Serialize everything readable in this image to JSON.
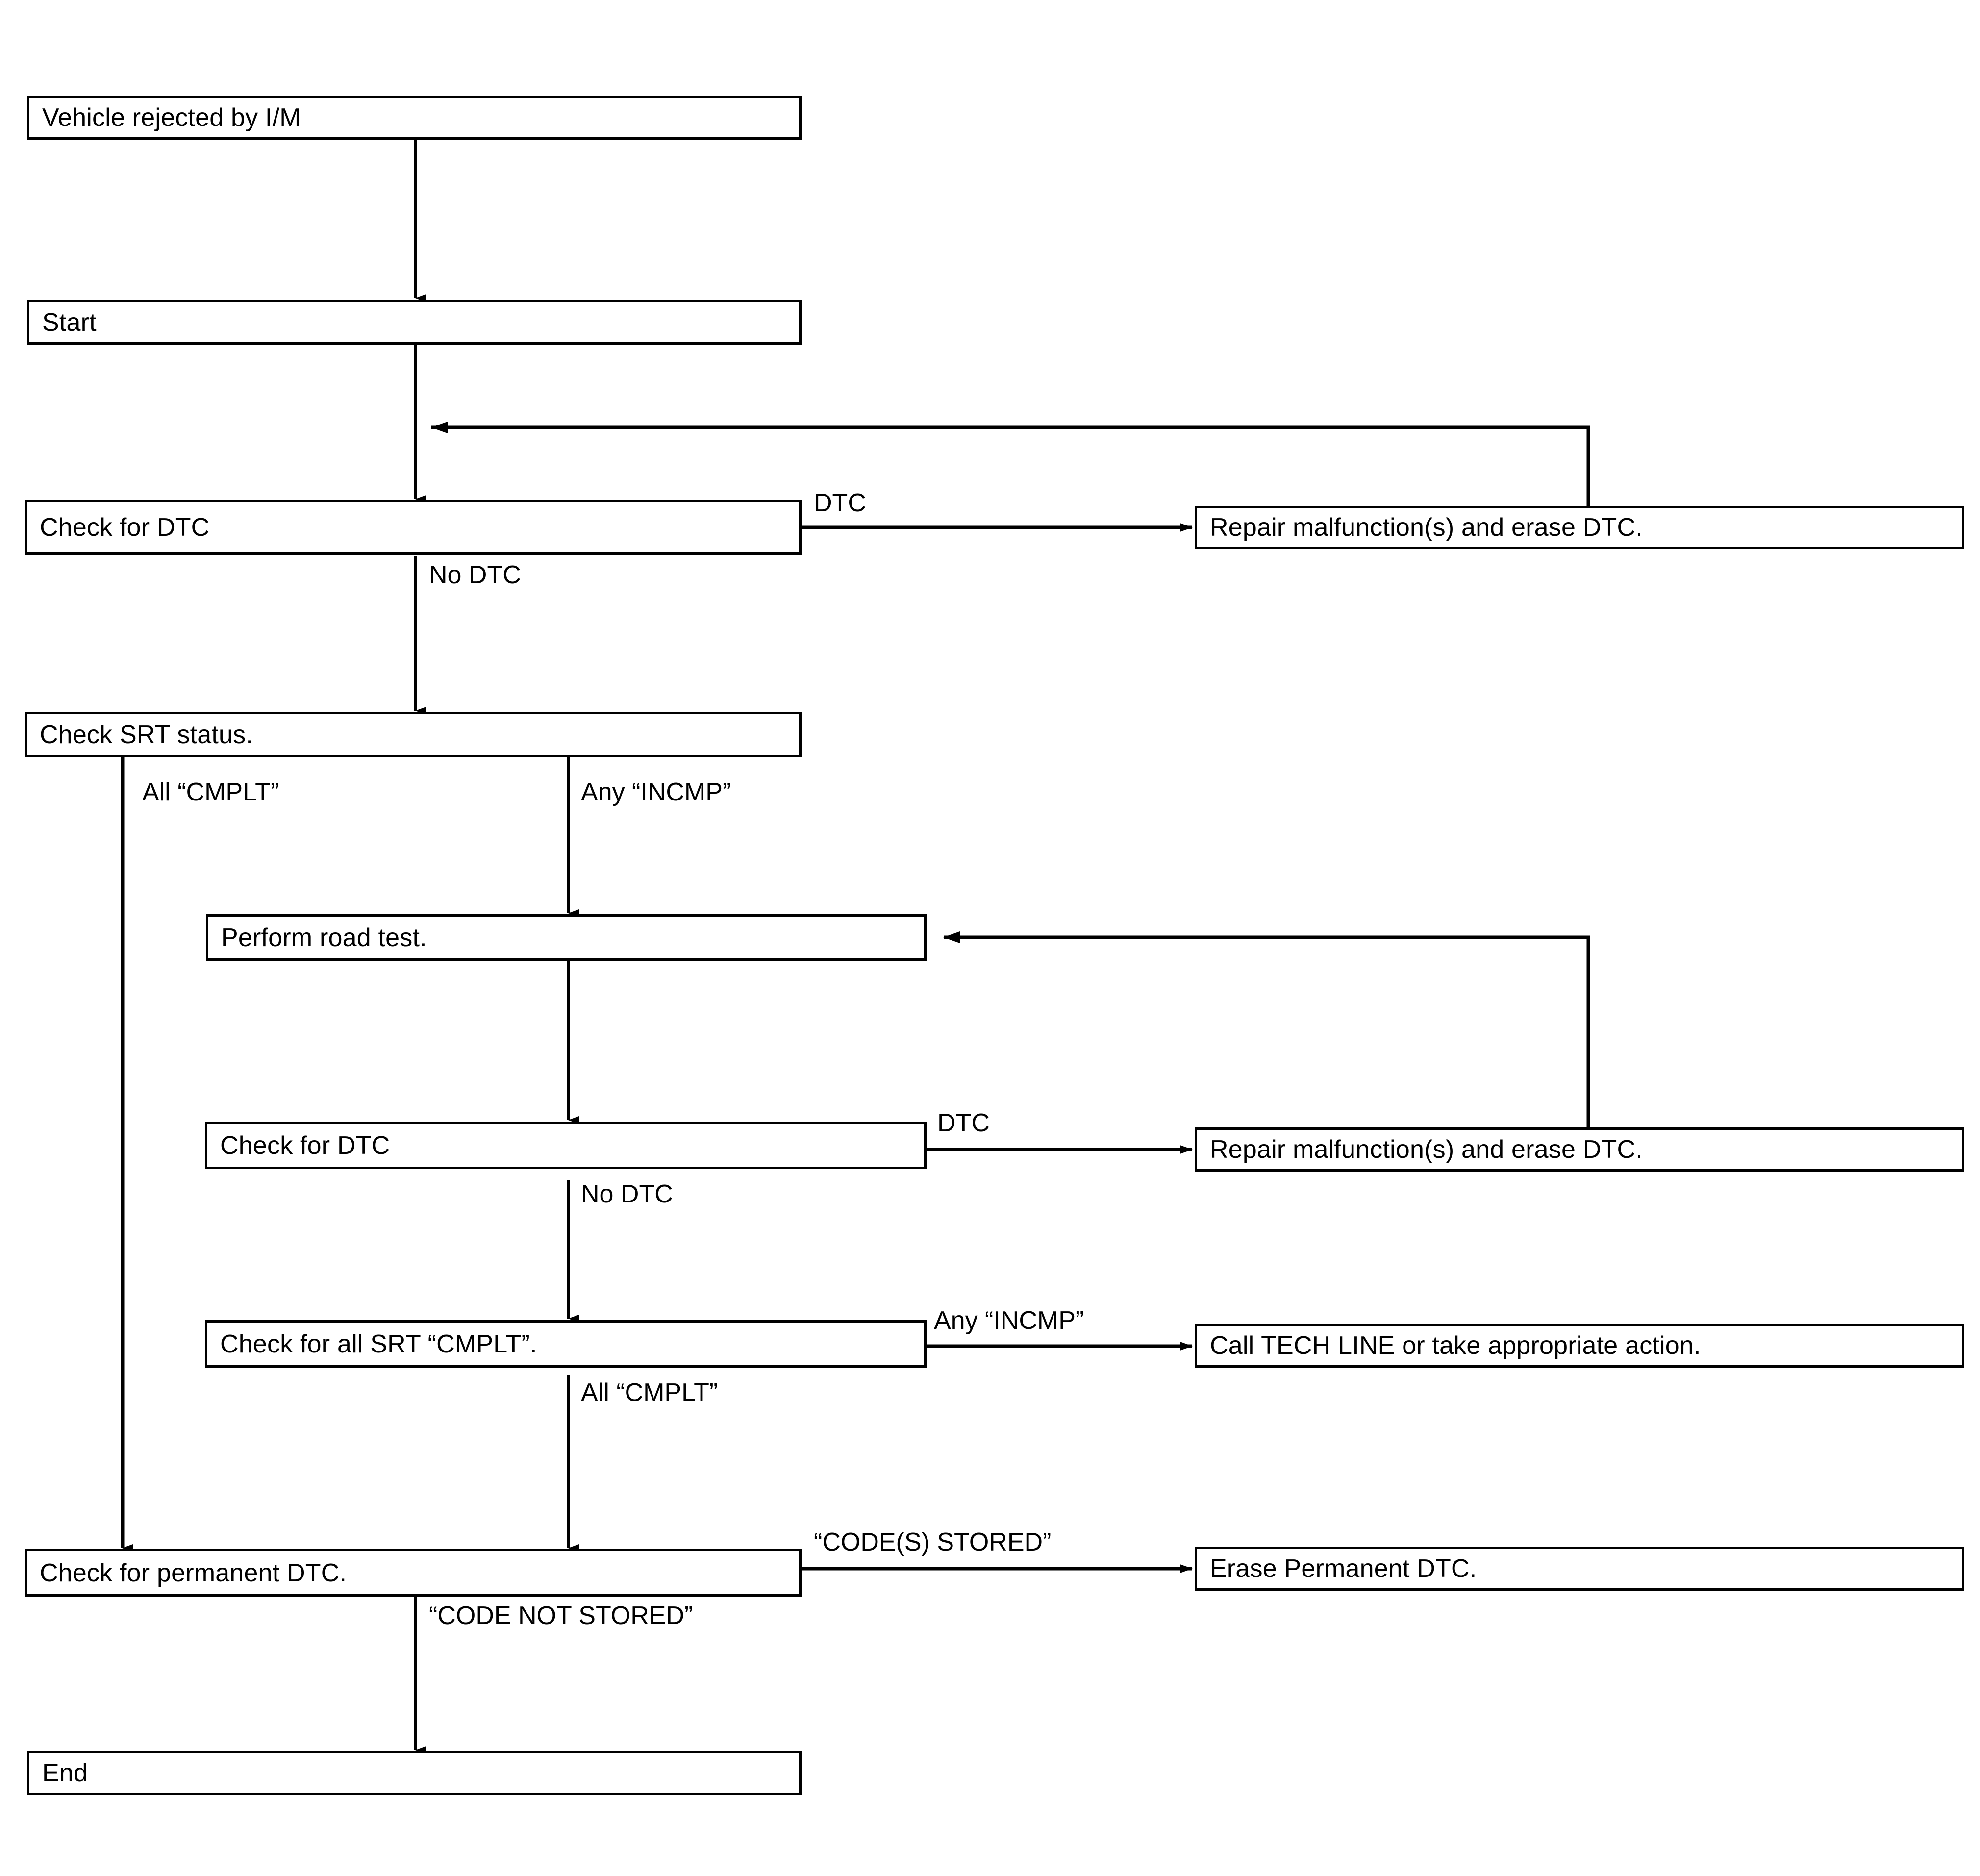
{
  "diagram": {
    "title": "Vehicle I/M rejection diagnostic flowchart",
    "type": "flowchart",
    "stroke_color": "#000000",
    "background_color": "#ffffff",
    "nodes": [
      {
        "id": "vehicle_rejected",
        "label": "Vehicle rejected by I/M"
      },
      {
        "id": "start",
        "label": "Start"
      },
      {
        "id": "check_dtc_1",
        "label": "Check for DTC"
      },
      {
        "id": "repair_1",
        "label": "Repair malfunction(s) and erase DTC."
      },
      {
        "id": "check_srt_status",
        "label": "Check SRT status."
      },
      {
        "id": "perform_road_test",
        "label": "Perform road test."
      },
      {
        "id": "check_dtc_2",
        "label": "Check for DTC"
      },
      {
        "id": "repair_2",
        "label": "Repair malfunction(s) and erase DTC."
      },
      {
        "id": "check_all_srt_cmplt",
        "label": "Check for all SRT “CMPLT”."
      },
      {
        "id": "call_tech_line",
        "label": "Call TECH LINE or take appropriate action."
      },
      {
        "id": "check_permanent_dtc",
        "label": "Check for permanent DTC."
      },
      {
        "id": "erase_permanent_dtc",
        "label": "Erase Permanent DTC."
      },
      {
        "id": "end",
        "label": "End"
      }
    ],
    "edge_labels": [
      {
        "id": "dtc_1",
        "text": "DTC"
      },
      {
        "id": "no_dtc_1",
        "text": "No DTC"
      },
      {
        "id": "all_cmplt_1",
        "text": "All “CMPLT”"
      },
      {
        "id": "any_incmp_1",
        "text": "Any “INCMP”"
      },
      {
        "id": "dtc_2",
        "text": "DTC"
      },
      {
        "id": "no_dtc_2",
        "text": "No DTC"
      },
      {
        "id": "any_incmp_2",
        "text": "Any “INCMP”"
      },
      {
        "id": "all_cmplt_2",
        "text": "All “CMPLT”"
      },
      {
        "id": "codes_stored",
        "text": "“CODE(S) STORED”"
      },
      {
        "id": "code_not_stored",
        "text": "“CODE NOT STORED”"
      }
    ]
  }
}
